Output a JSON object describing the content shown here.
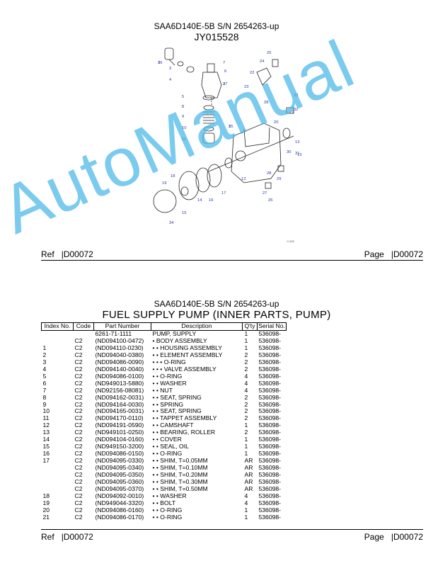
{
  "page": {
    "model": "SAA6D140E-5B S/N 2654263-up",
    "group_code": "JY015528",
    "ref_label": "Ref",
    "ref_code": "|D00072",
    "page_label": "Page",
    "page_code": "|D00072",
    "watermark": "AutoManual"
  },
  "diagram": {
    "part_labels": [
      "1",
      "2",
      "2",
      "3",
      "4",
      "5",
      "6",
      "7",
      "8",
      "9",
      "10",
      "11",
      "12",
      "13",
      "13",
      "14",
      "15",
      "16",
      "17",
      "18",
      "19",
      "20",
      "21",
      "22",
      "23",
      "24",
      "25",
      "26",
      "27",
      "28",
      "28",
      "29",
      "30",
      "31",
      "32",
      "33",
      "34",
      "35",
      "36",
      "37"
    ],
    "small_code": "J-1025"
  },
  "section": {
    "model": "SAA6D140E-5B S/N 2654263-up",
    "title": "FUEL SUPPLY PUMP (INNER PARTS, PUMP)"
  },
  "table": {
    "headers": [
      "Index No.",
      "Code",
      "Part Number",
      "Description",
      "Q'ty",
      "Serial No."
    ],
    "rows": [
      [
        "",
        "",
        "6261-71-1111",
        "PUMP, SUPPLY",
        "1",
        "536098-"
      ],
      [
        "",
        "C2",
        "(ND094100-0472)",
        "• BODY ASSEMBLY",
        "1",
        "536098-"
      ],
      [
        "1",
        "C2",
        "(ND094110-0230)",
        "• • HOUSING ASSEMBLY",
        "1",
        "536098-"
      ],
      [
        "2",
        "C2",
        "(ND094040-0380)",
        "• • ELEMENT ASSEMBLY",
        "2",
        "536098-"
      ],
      [
        "3",
        "C2",
        "(ND094086-0090)",
        "• • • O-RING",
        "2",
        "536098-"
      ],
      [
        "4",
        "C2",
        "(ND094140-0040)",
        "• • • VALVE ASSEMBLY",
        "2",
        "536098-"
      ],
      [
        "5",
        "C2",
        "(ND094086-0100)",
        "• • O-RING",
        "4",
        "536098-"
      ],
      [
        "6",
        "C2",
        "(ND949013-5880)",
        "• • WASHER",
        "4",
        "536098-"
      ],
      [
        "7",
        "C2",
        "(ND92156-08081)",
        "• • NUT",
        "4",
        "536098-"
      ],
      [
        "8",
        "C2",
        "(ND094162-0031)",
        "• • SEAT, SPRING",
        "2",
        "536098-"
      ],
      [
        "9",
        "C2",
        "(ND094164-0030)",
        "• • SPRING",
        "2",
        "536098-"
      ],
      [
        "10",
        "C2",
        "(ND094165-0031)",
        "• • SEAT, SPRING",
        "2",
        "536098-"
      ],
      [
        "11",
        "C2",
        "(ND094170-0110)",
        "• • TAPPET ASSEMBLY",
        "2",
        "536098-"
      ],
      [
        "12",
        "C2",
        "(ND094191-0590)",
        "• • CAMSHAFT",
        "1",
        "536098-"
      ],
      [
        "13",
        "C2",
        "(ND949101-0250)",
        "• • BEARING, ROLLER",
        "2",
        "536098-"
      ],
      [
        "14",
        "C2",
        "(ND094104-0160)",
        "• • COVER",
        "1",
        "536098-"
      ],
      [
        "15",
        "C2",
        "(ND949150-3200)",
        "• • SEAL, OIL",
        "1",
        "536098-"
      ],
      [
        "16",
        "C2",
        "(ND094086-0150)",
        "• • O-RING",
        "1",
        "536098-"
      ],
      [
        "17",
        "C2",
        "(ND094095-0330)",
        "• • SHIM, T=0.05MM",
        "AR",
        "536098-"
      ],
      [
        "",
        "C2",
        "(ND094095-0340)",
        "• • SHIM, T=0.10MM",
        "AR",
        "536098-"
      ],
      [
        "",
        "C2",
        "(ND094095-0350)",
        "• • SHIM, T=0.20MM",
        "AR",
        "536098-"
      ],
      [
        "",
        "C2",
        "(ND094095-0360)",
        "• • SHIM, T=0.30MM",
        "AR",
        "536098-"
      ],
      [
        "",
        "C2",
        "(ND094095-0370)",
        "• • SHIM, T=0.50MM",
        "AR",
        "536098-"
      ],
      [
        "18",
        "C2",
        "(ND094092-0010)",
        "• • WASHER",
        "4",
        "536098-"
      ],
      [
        "19",
        "C2",
        "(ND949044-3320)",
        "• • BOLT",
        "4",
        "536098-"
      ],
      [
        "20",
        "C2",
        "(ND094086-0160)",
        "• • O-RING",
        "1",
        "536098-"
      ],
      [
        "21",
        "C2",
        "(ND094086-0170)",
        "• • O-RING",
        "1",
        "536098-"
      ]
    ]
  }
}
